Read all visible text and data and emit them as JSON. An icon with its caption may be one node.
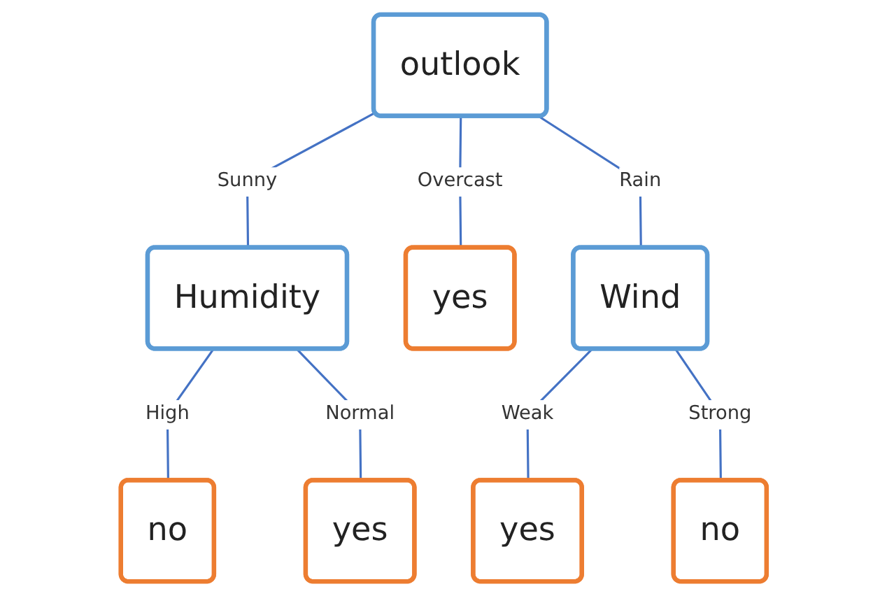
{
  "diagram": {
    "nodes": [
      {
        "text": [
          "outlook"
        ]
      },
      {
        "text": [
          "Humidity"
        ]
      },
      {
        "text": [
          "yes"
        ]
      },
      {
        "text": [
          "Wind"
        ]
      },
      {
        "text": [
          "no"
        ]
      },
      {
        "text": [
          "yes"
        ]
      },
      {
        "text": [
          "yes"
        ]
      },
      {
        "text": [
          "no"
        ]
      }
    ],
    "edges": [
      {
        "from": 0,
        "to": 1,
        "arrow": "none",
        "label": "Sunny"
      },
      {
        "from": 0,
        "to": 2,
        "arrow": "none",
        "label": "Overcast"
      },
      {
        "from": 0,
        "to": 3,
        "arrow": "none",
        "label": "Rain"
      },
      {
        "from": 1,
        "to": 4,
        "arrow": "none",
        "label": "High"
      },
      {
        "from": 1,
        "to": 5,
        "arrow": "none",
        "label": "Normal"
      },
      {
        "from": 3,
        "to": 6,
        "arrow": "none",
        "label": "Weak"
      },
      {
        "from": 3,
        "to": 7,
        "arrow": "none",
        "label": "Strong"
      }
    ]
  }
}
